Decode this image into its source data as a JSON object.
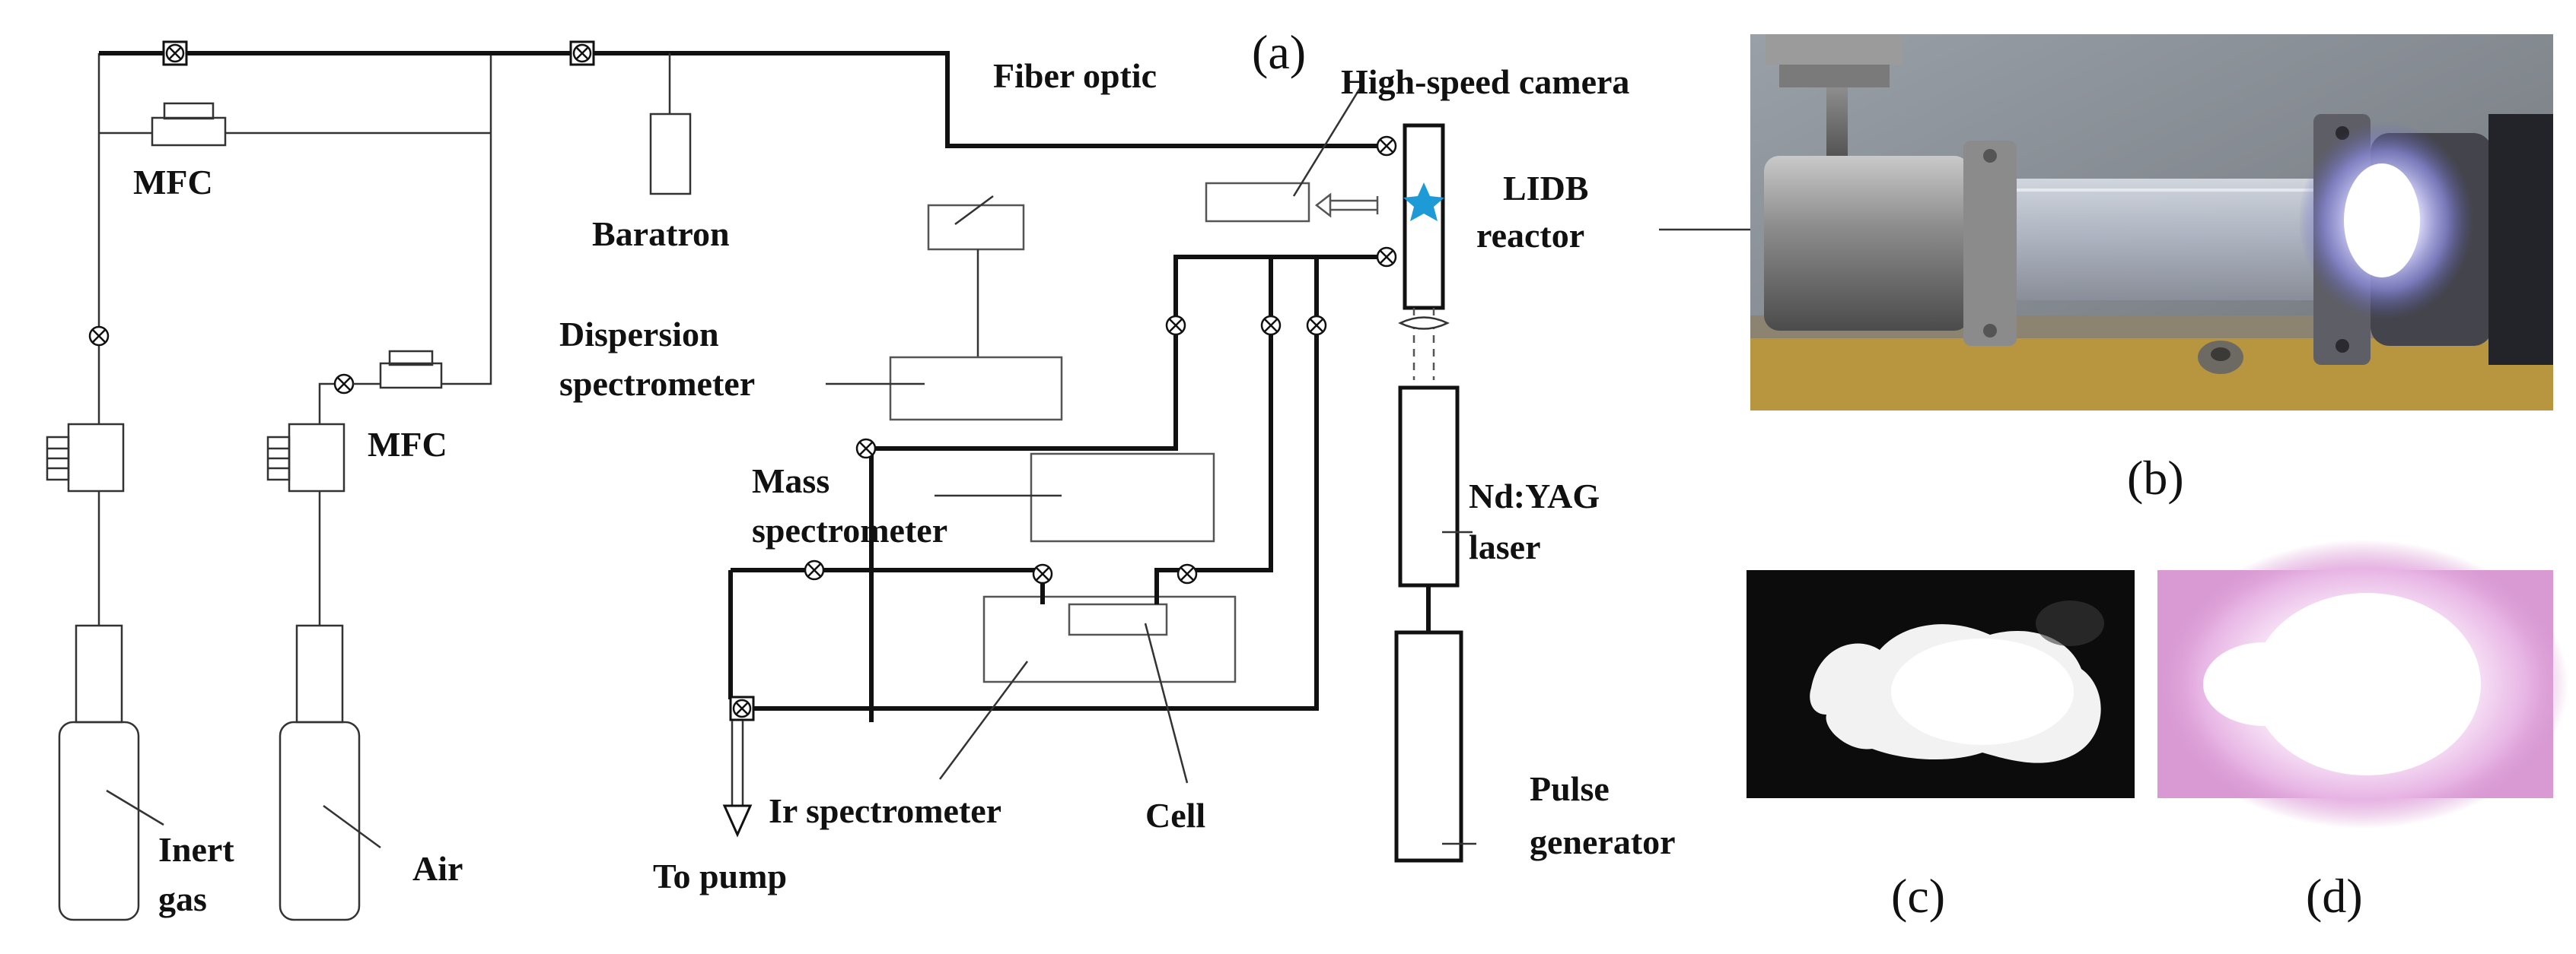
{
  "panel_labels": {
    "a": "(a)",
    "b": "(b)",
    "c": "(c)",
    "d": "(d)"
  },
  "labels": {
    "mfc_top": "MFC",
    "mfc_bottom": "MFC",
    "baratron": "Baratron",
    "fiber_optic": "Fiber optic",
    "high_speed_camera": "High-speed camera",
    "lidb_line1": "LIDB",
    "lidb_line2": "reactor",
    "dispersion_line1": "Dispersion",
    "dispersion_line2": "spectrometer",
    "mass_line1": "Mass",
    "mass_line2": "spectrometer",
    "ndyag_line1": "Nd:YAG",
    "ndyag_line2": "laser",
    "ir_spectrometer": "Ir spectrometer",
    "cell": "Cell",
    "to_pump": "To pump",
    "pulse_line1": "Pulse",
    "pulse_line2": "generator",
    "inert_line1": "Inert",
    "inert_line2": "gas",
    "air": "Air"
  },
  "colors": {
    "plasma_marker": "#1e9ad6",
    "photo_glow": "#f4f2ff",
    "photo_c_bg": "#0c0c0c",
    "photo_d_bg": "#d99ad3"
  }
}
